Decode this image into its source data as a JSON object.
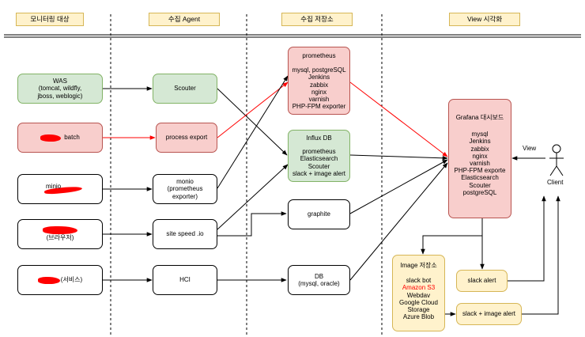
{
  "headers": [
    "모니터링 대상",
    "수집 Agent",
    "수집 저장소",
    "View 시각화"
  ],
  "targets": {
    "was": {
      "title": "WAS",
      "detail": "(tomcat, wildfly,",
      "detail2": "jboss, weblogic)"
    },
    "batch": "batch",
    "minio": "minio",
    "browser": "(브라우저)",
    "service": "(서비스)"
  },
  "agents": {
    "scouter": "Scouter",
    "process_export": "process export",
    "monio": [
      "monio",
      "(prometheus",
      "exporter)"
    ],
    "sitespeed": "site speed .io",
    "hci": "HCI"
  },
  "stores": {
    "prometheus": [
      "prometheus",
      "mysql, postgreSQL",
      "Jenkins",
      "zabbix",
      "nginx",
      "varnish",
      "PHP-FPM exporter"
    ],
    "influx": [
      "Influx DB",
      "prometheus",
      "Elasticsearch",
      "Scouter",
      "slack + image alert"
    ],
    "graphite": "graphite",
    "db": [
      "DB",
      "(mysql, oracle)"
    ]
  },
  "view": {
    "grafana": [
      "Grafana 대시보드",
      "mysql",
      "Jenkins",
      "zabbix",
      "nginx",
      "varnish",
      "PHP-FPM exporte",
      "Elasticsearch",
      "Scouter",
      "postgreSQL"
    ],
    "view_label": "View",
    "client_label": "Client",
    "image_store": {
      "title": "Image 저장소",
      "items": [
        {
          "text": "slack bot",
          "color": "#000000"
        },
        {
          "text": "Amazon S3",
          "color": "#ff0000"
        },
        {
          "text": "Webdav",
          "color": "#000000"
        },
        {
          "text": "Google Cloud",
          "color": "#000000"
        },
        {
          "text": "Storage",
          "color": "#000000"
        },
        {
          "text": "Azure Blob",
          "color": "#000000"
        }
      ]
    },
    "slack_alert": "slack alert",
    "slack_image_alert": "slack + image alert"
  },
  "colors": {
    "red_arrow": "#ff0000",
    "black_arrow": "#000000",
    "redact": "#ff0000"
  }
}
